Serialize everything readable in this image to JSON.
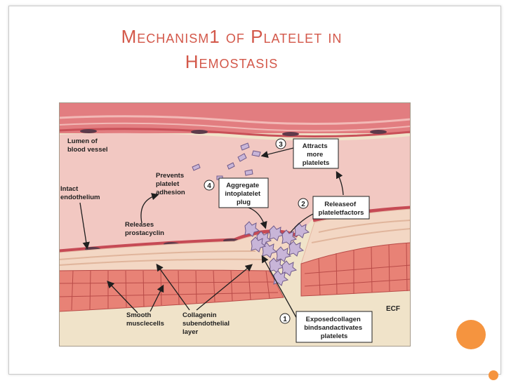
{
  "slide": {
    "title_line1": "Mechanism1 of Platelet in",
    "title_line2": "Hemostasis",
    "title_color": "#d3584a",
    "accent_orange": "#f5943f"
  },
  "diagram": {
    "lumen": [
      "Lumen of",
      "blood vessel"
    ],
    "intact": [
      "Intact",
      "endothelium"
    ],
    "prevents": [
      "Prevents",
      "platelet",
      "adhesion"
    ],
    "releases": [
      "Releases",
      "prostacyclin"
    ],
    "smooth": [
      "Smooth",
      "musclecells"
    ],
    "collagen": [
      "Collagenin",
      "subendothelial",
      "layer"
    ],
    "ecf": "ECF",
    "steps": [
      {
        "num": "1",
        "lines": [
          "Exposedcollagen",
          "bindsandactivates",
          "platelets"
        ]
      },
      {
        "num": "2",
        "lines": [
          "Releaseof",
          "plateletfactors"
        ]
      },
      {
        "num": "3",
        "lines": [
          "Attracts",
          "more",
          "platelets"
        ]
      },
      {
        "num": "4",
        "lines": [
          "Aggregate",
          "intoplatelet",
          "plug"
        ]
      }
    ]
  }
}
